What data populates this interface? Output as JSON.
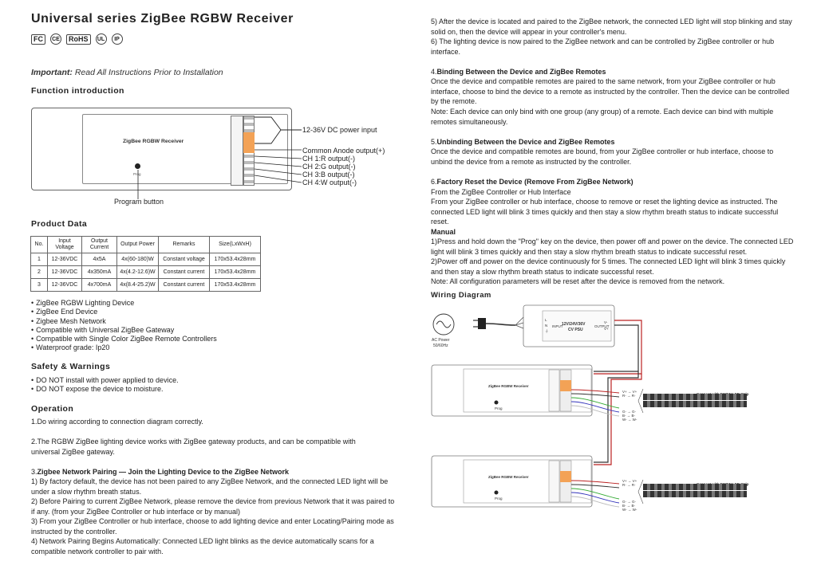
{
  "title": "Universal series ZigBee RGBW Receiver",
  "certs": [
    "FC",
    "CE",
    "RoHS",
    "UL",
    "IP"
  ],
  "important_label": "Important:",
  "important_text": " Read All Instructions Prior to Installation",
  "sections": {
    "function": "Function introduction",
    "product_data": "Product Data",
    "safety": "Safety & Warnings",
    "operation": "Operation",
    "wiring": "Wiring Diagram"
  },
  "device": {
    "name": "ZigBee RGBW Receiver",
    "prog_label": "Prog",
    "labels": {
      "power_input": "12-36V DC power input",
      "common_anode": "Common Anode output(+)",
      "ch1": "CH 1:R output(-)",
      "ch2": "CH 2:G output(-)",
      "ch3": "CH 3:B output(-)",
      "ch4": "CH 4:W output(-)",
      "program_button": "Program button"
    }
  },
  "product_table": {
    "headers": [
      "No.",
      "Input Voltage",
      "Output Current",
      "Output Power",
      "Remarks",
      "Size(LxWxH)"
    ],
    "rows": [
      [
        "1",
        "12-36VDC",
        "4x5A",
        "4x(60-180)W",
        "Constant voltage",
        "170x53.4x28mm"
      ],
      [
        "2",
        "12-36VDC",
        "4x350mA",
        "4x(4.2-12.6)W",
        "Constant current",
        "170x53.4x28mm"
      ],
      [
        "3",
        "12-36VDC",
        "4x700mA",
        "4x(8.4-25.2)W",
        "Constant current",
        "170x53.4x28mm"
      ]
    ]
  },
  "features": [
    "ZigBee RGBW Lighting Device",
    "ZigBee End Device",
    "Zigbee Mesh Network",
    "Compatible with Universal ZigBee Gateway",
    "Compatible with Single Color ZigBee Remote Controllers",
    "Waterproof grade: Ip20"
  ],
  "safety": [
    "DO NOT install with power applied to device.",
    "DO NOT expose the device to moisture."
  ],
  "operation": {
    "p1": "1.Do wiring according to connection diagram correctly.",
    "p2": "2.The RGBW ZigBee lighting device works with ZigBee gateway products, and can be compatible with universal ZigBee gateway.",
    "p3_num": "3.",
    "p3_head": "Zigbee Network Pairing — Join the Lighting Device to the ZigBee Network",
    "p3_1": "1) By factory default, the device has not been paired to any ZigBee Network, and the connected LED light will be under a slow rhythm breath status.",
    "p3_2": "2) Before Pairing to current ZigBee Network, please remove the device from previous Network that it was paired to if any. (from your ZigBee Controller or hub interface or by manual)",
    "p3_3": "3) From your ZigBee Controller or hub interface, choose to add lighting device and enter Locating/Pairing mode as instructed by the controller.",
    "p3_4": "4) Network Pairing Begins Automatically: Connected LED light blinks as the device automatically scans for a compatible network controller to pair with."
  },
  "right": {
    "p5": "5) After the device is located and paired to the ZigBee network, the connected LED light will stop blinking and stay solid on, then the device will appear in your controller's menu.",
    "p6": "6) The lighting device is now paired to the ZigBee network and can be controlled by ZigBee controller or hub interface.",
    "s4_num": "4.",
    "s4_head": "Binding Between the Device and ZigBee Remotes",
    "s4_body": "Once the device and compatible remotes are paired to the same network, from your ZigBee controller or hub interface, choose to bind the device to a remote as instructed by the controller. Then the device can be controlled by the remote.",
    "s4_note": "Note: Each device can only bind with one group (any group) of a remote. Each device can bind with multiple remotes simultaneously.",
    "s5_num": "5.",
    "s5_head": "Unbinding Between the Device and ZigBee Remotes",
    "s5_body": "Once the device and compatible remotes are bound, from your ZigBee controller or hub interface, choose to unbind the device from a remote as instructed by the controller.",
    "s6_num": "6.",
    "s6_head": "Factory Reset the Device (Remove From ZigBee Network)",
    "s6_sub": "From the ZigBee Controller or Hub Interface",
    "s6_body": "From your ZigBee controller or hub interface, choose to remove or reset the lighting device as instructed. The connected LED light will blink 3 times quickly and then stay a slow rhythm breath status to indicate successful reset.",
    "manual": "Manual",
    "m1": "1)Press and hold down the \"Prog\" key on the device, then power off and power on the device. The connected LED light will blink 3 times quickly and then stay a slow rhythm breath status to indicate successful reset.",
    "m2": "2)Power off and power on the device continuously for 5 times. The connected LED light will blink 3 times quickly and then stay a slow rhythm breath status to indicate successful reset.",
    "m_note": "Note:  All configuration parameters will be reset after the device is removed from the network."
  },
  "wiring": {
    "ac_label": "AC Power",
    "ac_freq": "50/60Hz",
    "psu_label": "12V/24V/36V",
    "psu_sub": "CV PSU",
    "psu_input": "INPUT",
    "psu_output": "OUTPUT",
    "psu_pins": [
      "L",
      "N",
      "⏚"
    ],
    "psu_vpins": [
      "V-",
      "V+"
    ],
    "receiver_label": "ZigBee RGBW Receiver",
    "prog": "Prog",
    "strip_label": "Connect with RGBW LED Strip",
    "strip_pins_top": [
      "V+ → V+",
      "R- → R-"
    ],
    "strip_pins_bot": [
      "G- → G-",
      "B- → B-",
      "W- → W-"
    ]
  }
}
